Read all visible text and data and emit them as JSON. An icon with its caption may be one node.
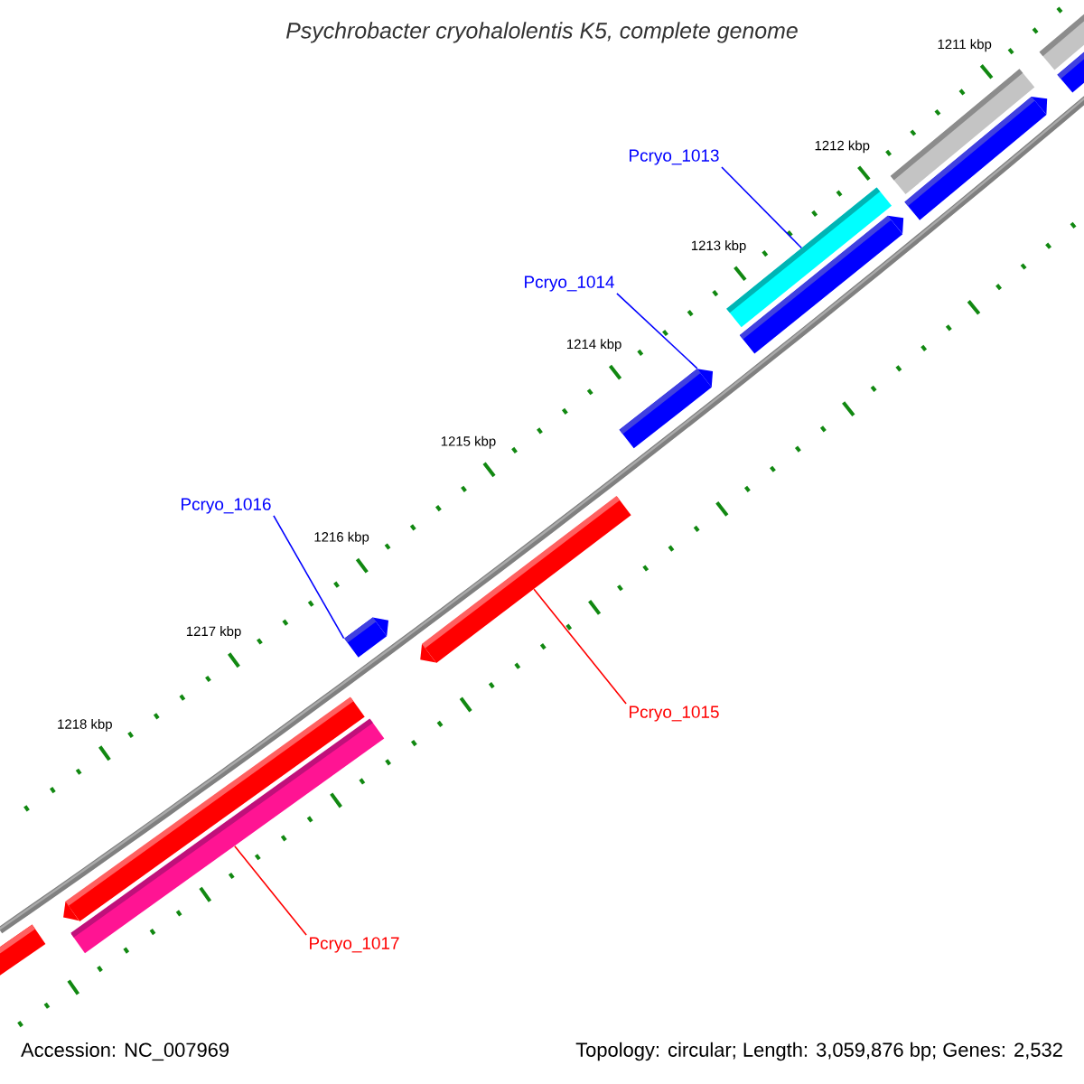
{
  "diagram": {
    "title": "Psychrobacter cryohalolentis K5, complete genome",
    "nodes": [
      {
        "text": [
          "Pcryo_1013"
        ]
      },
      {
        "text": [
          "Pcryo_1014"
        ]
      },
      {
        "text": [
          "Pcryo_1016"
        ]
      },
      {
        "text": [
          "Pcryo_1015"
        ]
      },
      {
        "text": [
          "Pcryo_1017"
        ]
      },
      {
        "text": [],
        "shape": "bar"
      },
      {
        "text": [],
        "shape": "bar"
      },
      {
        "text": [],
        "shape": "bar"
      },
      {
        "text": [],
        "shape": "bar"
      },
      {
        "text": [],
        "shape": "bar"
      },
      {
        "text": [],
        "shape": "bar"
      },
      {
        "text": [],
        "shape": "bar"
      },
      {
        "text": [],
        "shape": "bar"
      },
      {
        "text": [],
        "shape": "bar"
      },
      {
        "text": [],
        "shape": "bar"
      },
      {
        "text": [],
        "shape": "bar"
      },
      {
        "text": [],
        "shape": "bar"
      }
    ],
    "edges": [
      {
        "from": 0,
        "to": 9,
        "arrow": "none"
      },
      {
        "from": 1,
        "to": 11,
        "arrow": "none"
      },
      {
        "from": 2,
        "to": 13,
        "arrow": "none"
      },
      {
        "from": 3,
        "to": 12,
        "arrow": "none",
        "color": "#ff0000"
      },
      {
        "from": 4,
        "to": 15,
        "arrow": "none",
        "color": "#ff0000"
      }
    ],
    "labels": [
      "1211 kbp",
      "1212 kbp",
      "1213 kbp",
      "1214 kbp",
      "1215 kbp",
      "1216 kbp",
      "1217 kbp",
      "1218 kbp",
      "Accession: NC_007969",
      "Topology: circular; Length: 3,059,876 bp; Genes: 2,532"
    ]
  }
}
